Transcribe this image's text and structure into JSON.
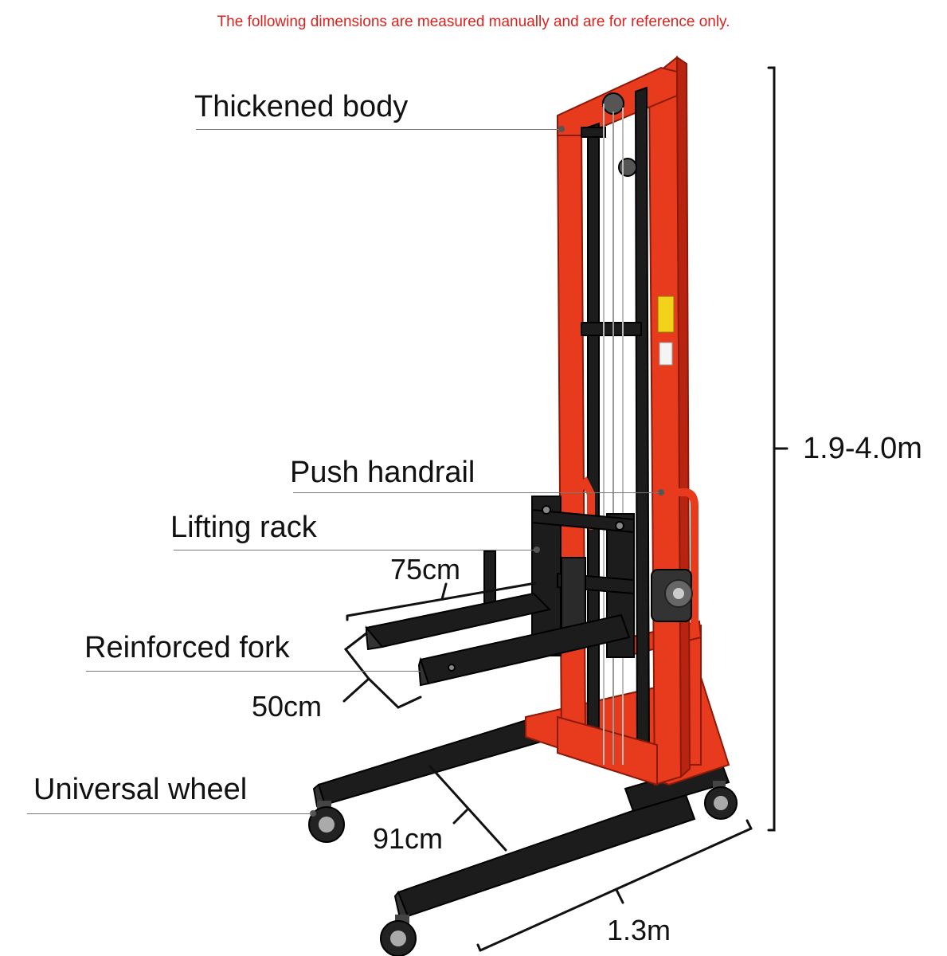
{
  "notice": "The following dimensions are measured manually and are for reference only.",
  "colors": {
    "frame": "#e83a1c",
    "frame_dark": "#b82410",
    "steel": "#1a1a1a",
    "notice": "#e0201c",
    "leader": "#777777"
  },
  "parts": {
    "thickened_body": "Thickened body",
    "push_handrail": "Push handrail",
    "lifting_rack": "Lifting rack",
    "reinforced_fork": "Reinforced fork",
    "universal_wheel": "Universal wheel"
  },
  "dimensions": {
    "height": "1.9-4.0m",
    "fork_length": "75cm",
    "fork_spacing": "50cm",
    "leg_length": "91cm",
    "base_width": "1.3m"
  }
}
